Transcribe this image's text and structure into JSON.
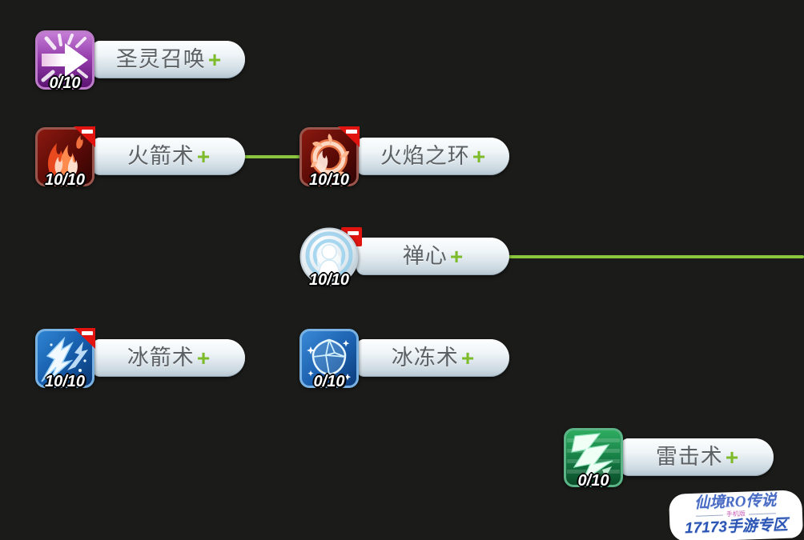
{
  "ui": {
    "plus": "+",
    "background_color": "#1b1b19",
    "connector_color": "#8cc63f",
    "accent_green": "#7dbb2b",
    "badge_red": "#e21410"
  },
  "skills": [
    {
      "name": "圣灵召唤",
      "level": "0/10",
      "icon": "holy-summon",
      "has_minus_badge": false
    },
    {
      "name": "火箭术",
      "level": "10/10",
      "icon": "fire-bolt",
      "has_minus_badge": true
    },
    {
      "name": "火焰之环",
      "level": "10/10",
      "icon": "fire-ring",
      "has_minus_badge": true
    },
    {
      "name": "禅心",
      "level": "10/10",
      "icon": "zen-orb",
      "has_minus_badge": true
    },
    {
      "name": "冰箭术",
      "level": "10/10",
      "icon": "cold-bolt",
      "has_minus_badge": true
    },
    {
      "name": "冰冻术",
      "level": "0/10",
      "icon": "frost-crystal",
      "has_minus_badge": false
    },
    {
      "name": "雷击术",
      "level": "0/10",
      "icon": "lightning",
      "has_minus_badge": false
    }
  ],
  "connections": [
    {
      "from": "火箭术",
      "to": "火焰之环"
    },
    {
      "from": "禅心",
      "to": "off-screen-right"
    }
  ],
  "watermark": {
    "title": "仙境RO传说",
    "edition": "手机版",
    "zone": "17173手游专区"
  }
}
